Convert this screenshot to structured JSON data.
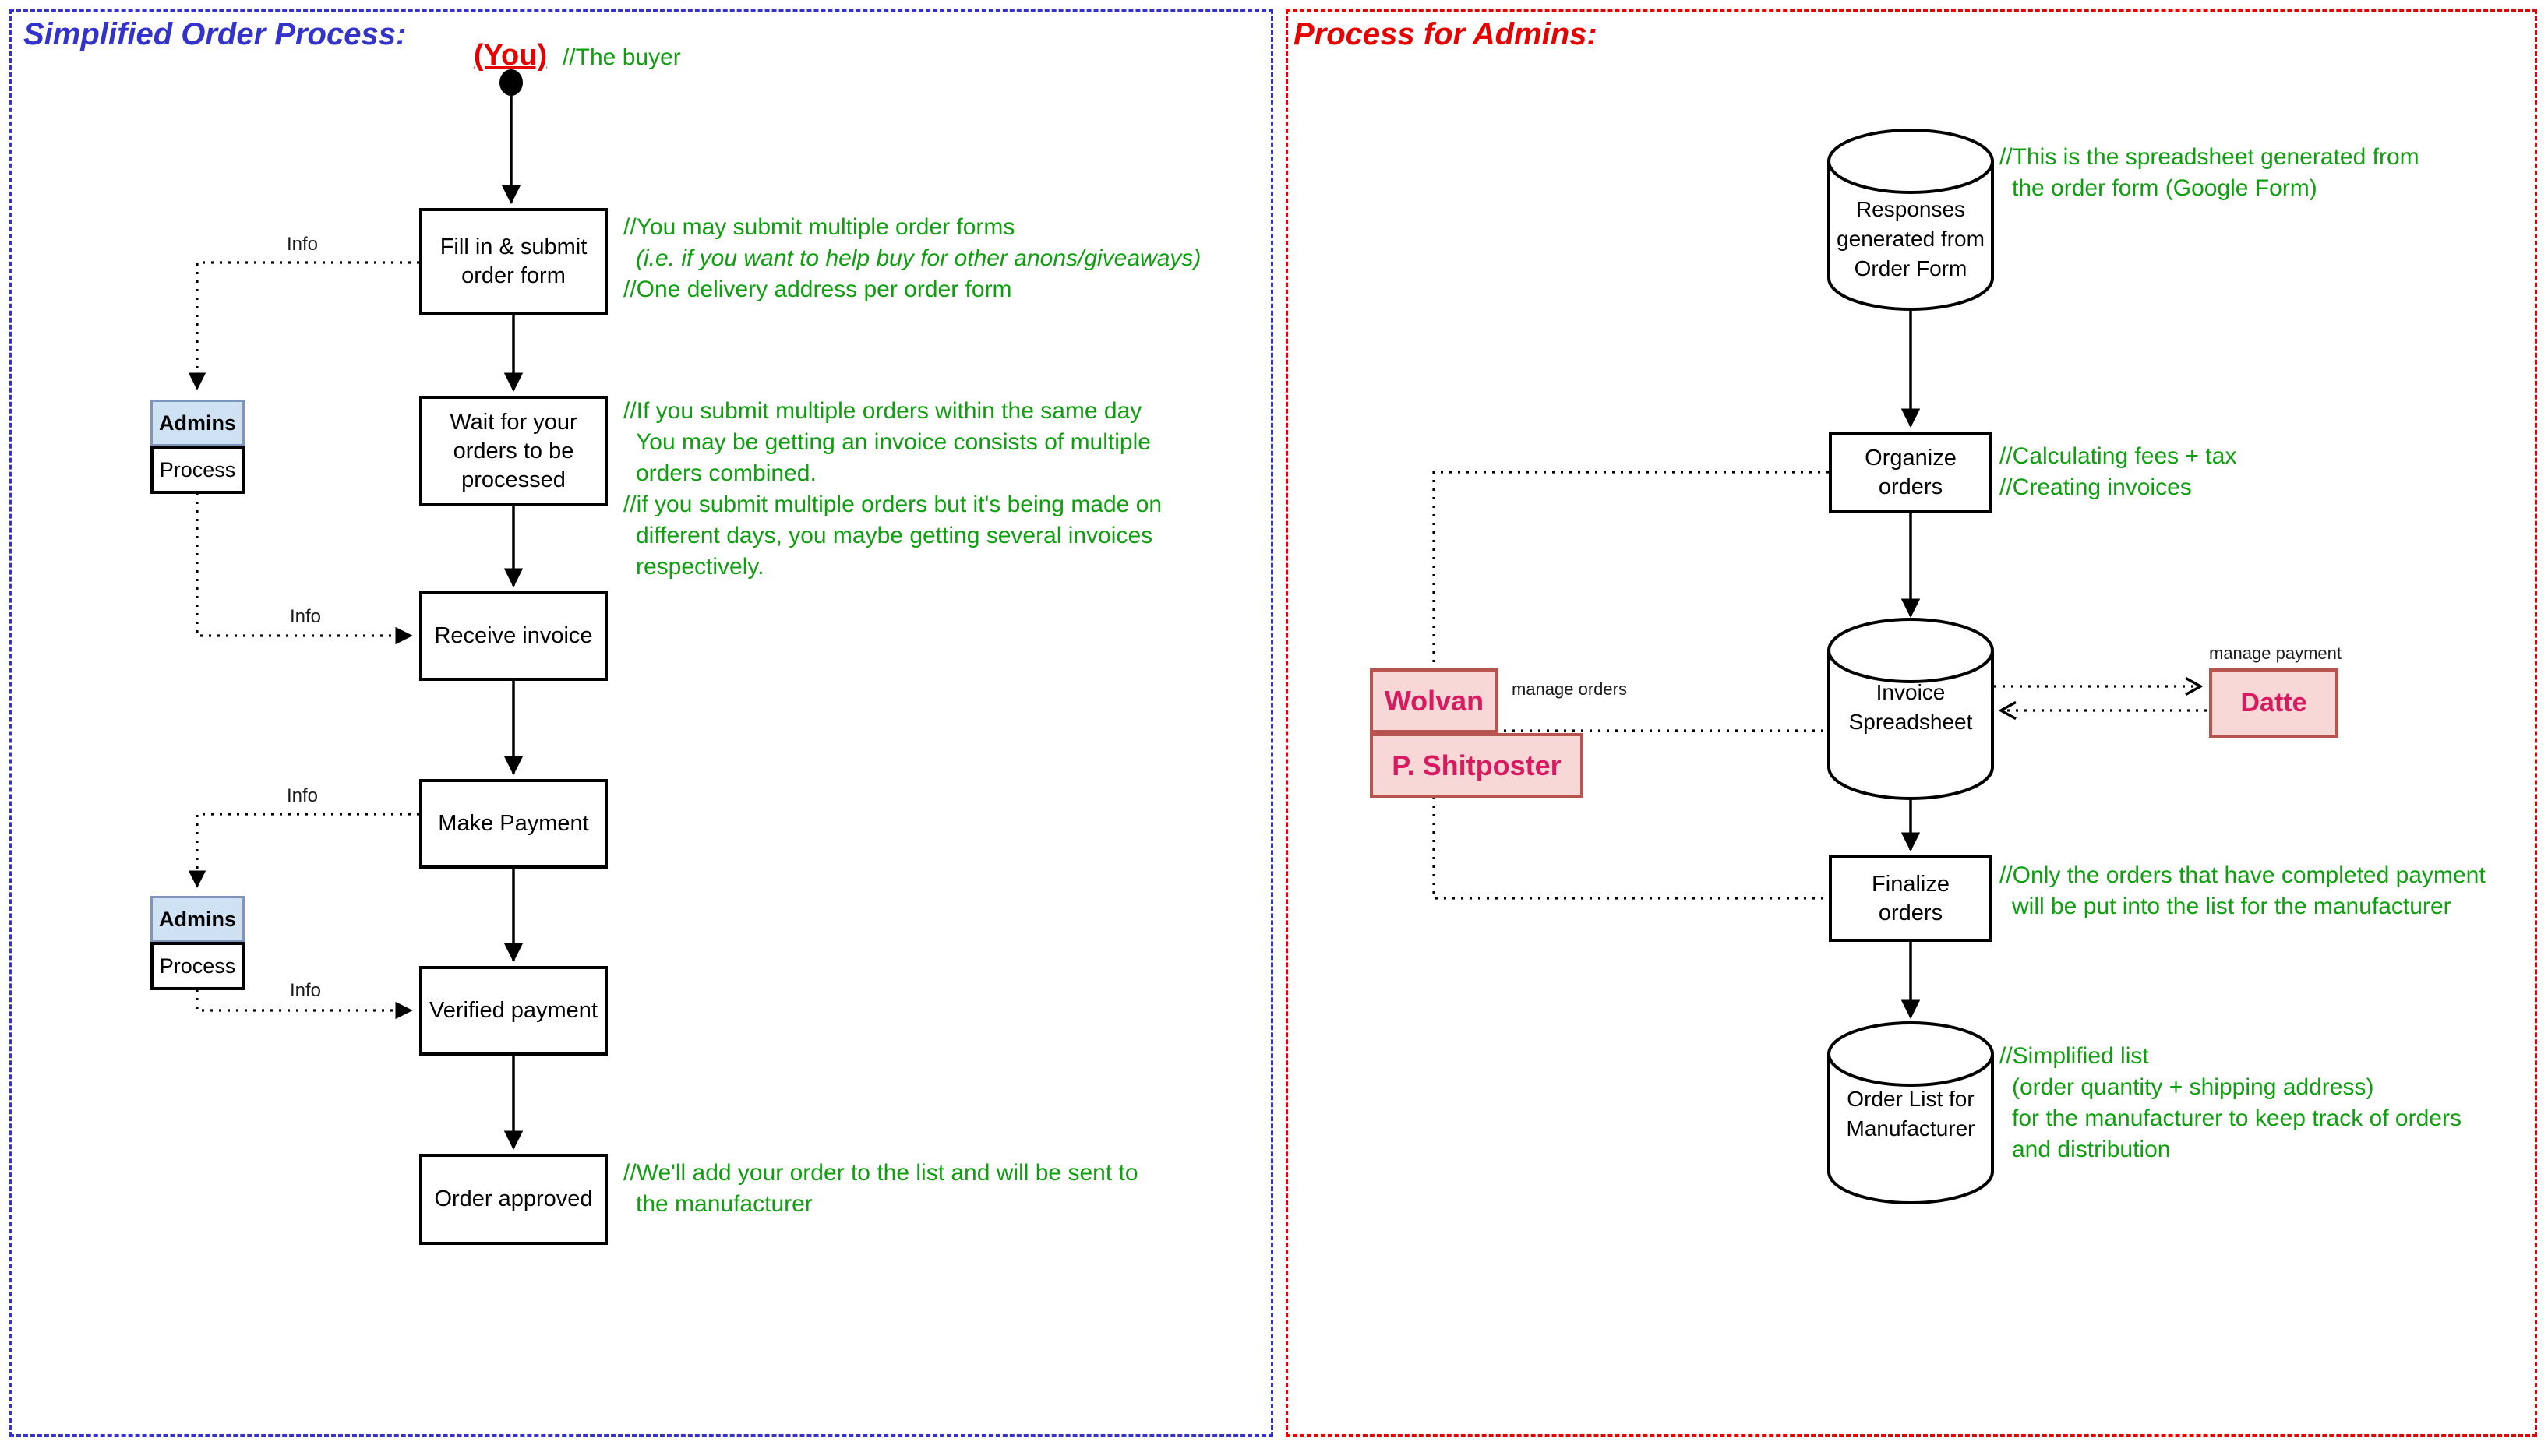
{
  "colors": {
    "green": "#0f9e0f",
    "blue_title": "#3333cc",
    "red": "#e60000",
    "pink_fill": "#f8d7d7",
    "pink_stroke": "#b85450",
    "pink_text": "#d81b60",
    "admins_fill": "#cfe2f3",
    "admins_stroke": "#7e96bc"
  },
  "left_panel": {
    "title": "Simplified Order Process:",
    "actor": "(You)",
    "actor_note": "//The buyer",
    "info_label": "Info",
    "steps": {
      "fill_form": "Fill in & submit order form",
      "wait": "Wait for your orders to be processed",
      "receive_invoice": "Receive invoice",
      "make_payment": "Make Payment",
      "verified_payment": "Verified payment",
      "order_approved": "Order approved"
    },
    "admin_lane": {
      "header": "Admins",
      "body": "Process"
    },
    "comments": {
      "fill_form": [
        "//You may submit multiple order forms",
        "(i.e. if you want to help buy for other anons/giveaways)",
        "//One delivery address per order form"
      ],
      "wait": [
        "//If you submit multiple orders within the same day",
        "You may be getting an invoice consists of multiple",
        "orders combined.",
        "//if you submit multiple orders but it's being made on",
        "different days, you maybe getting several invoices",
        "respectively."
      ],
      "order_approved": [
        "//We'll add your order to the list and will be sent to",
        "the manufacturer"
      ]
    }
  },
  "right_panel": {
    "title": "Process for Admins:",
    "nodes": {
      "responses_db": "Responses generated from Order Form",
      "organize": "Organize orders",
      "invoice_db": "Invoice Spreadsheet",
      "finalize": "Finalize orders",
      "order_list_db": "Order List for Manufacturer"
    },
    "actors": {
      "wolvan": "Wolvan",
      "p_shitposter": "P. Shitposter",
      "datte": "Datte"
    },
    "edge_labels": {
      "manage_orders": "manage orders",
      "manage_payment": "manage payment"
    },
    "comments": {
      "responses_db": [
        "//This is the spreadsheet generated from",
        "the order form (Google Form)"
      ],
      "organize": [
        "//Calculating fees + tax",
        "//Creating invoices"
      ],
      "finalize": [
        "//Only the orders that have completed payment",
        "will be put into the list for the manufacturer"
      ],
      "order_list_db": [
        "//Simplified list",
        "(order quantity + shipping address)",
        "for the manufacturer to keep track of orders",
        "and distribution"
      ]
    }
  }
}
